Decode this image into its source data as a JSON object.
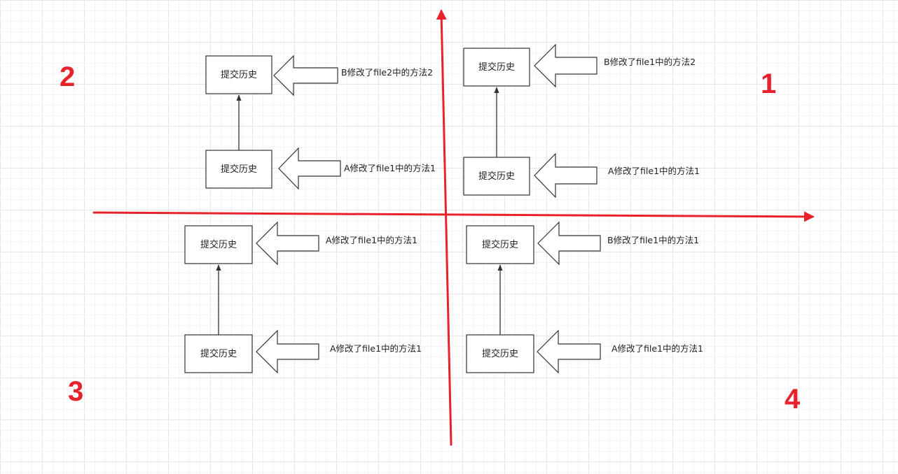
{
  "colors": {
    "axis": "#e8222b",
    "stroke": "#333333",
    "grid": "#e6e6e6"
  },
  "quadrants": [
    {
      "id": "q1",
      "number": "1"
    },
    {
      "id": "q2",
      "number": "2"
    },
    {
      "id": "q3",
      "number": "3"
    },
    {
      "id": "q4",
      "number": "4"
    }
  ],
  "q1": {
    "top_box": "提交历史",
    "top_note": "B修改了file1中的方法2",
    "bottom_box": "提交历史",
    "bottom_note": "A修改了file1中的方法1"
  },
  "q2": {
    "top_box": "提交历史",
    "top_note": "B修改了file2中的方法2",
    "bottom_box": "提交历史",
    "bottom_note": "A修改了file1中的方法1"
  },
  "q3": {
    "top_box": "提交历史",
    "top_note": "A修改了file1中的方法1",
    "bottom_box": "提交历史",
    "bottom_note": "A修改了file1中的方法1"
  },
  "q4": {
    "top_box": "提交历史",
    "top_note": "B修改了file1中的方法1",
    "bottom_box": "提交历史",
    "bottom_note": "A修改了file1中的方法1"
  }
}
